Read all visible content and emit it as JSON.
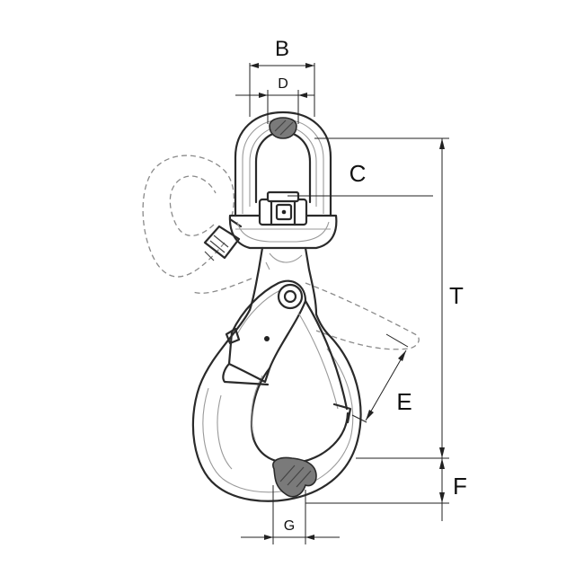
{
  "labels": {
    "B": "B",
    "D": "D",
    "C": "C",
    "T": "T",
    "E": "E",
    "F": "F",
    "G": "G"
  }
}
